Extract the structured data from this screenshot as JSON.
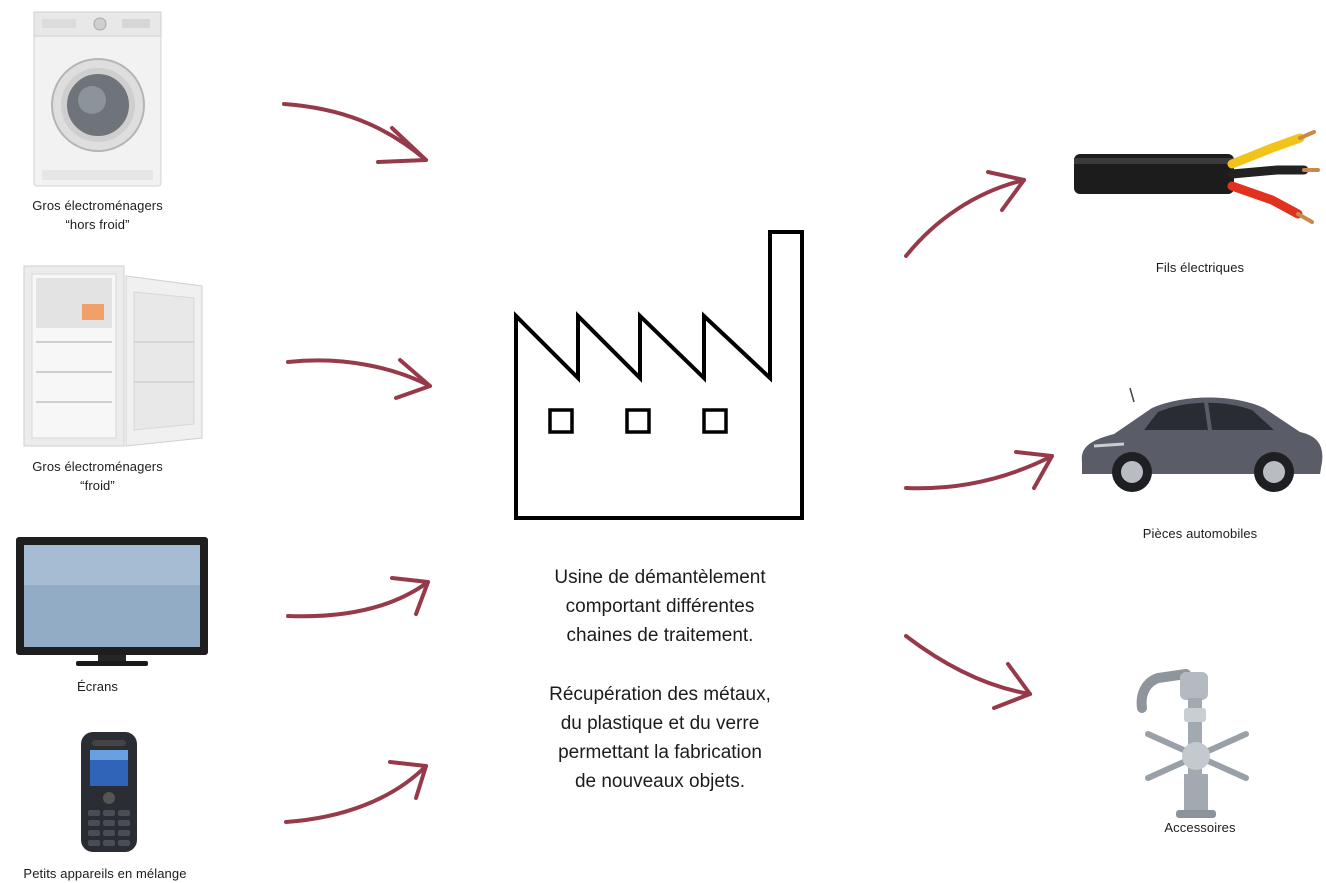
{
  "inputs": [
    {
      "label_lines": [
        "Gros électroménagers",
        "“hors froid”"
      ],
      "icon": "washing-machine-icon"
    },
    {
      "label_lines": [
        "Gros électroménagers",
        "“froid”"
      ],
      "icon": "refrigerator-icon"
    },
    {
      "label_lines": [
        "Écrans"
      ],
      "icon": "tv-screen-icon"
    },
    {
      "label_lines": [
        "Petits appareils en mélange"
      ],
      "icon": "mobile-phone-icon"
    }
  ],
  "factory": {
    "icon": "factory-icon",
    "description_lines": [
      "Usine de démantèlement",
      "comportant différentes",
      "chaines de traitement."
    ],
    "recovery_lines": [
      "Récupération des métaux,",
      "du plastique et du verre",
      "permettant la fabrication",
      "de nouveaux objets."
    ]
  },
  "outputs": [
    {
      "label": "Fils électriques",
      "icon": "electric-wires-icon"
    },
    {
      "label": "Pièces automobiles",
      "icon": "car-icon"
    },
    {
      "label": "Accessoires",
      "icon": "faucet-icon"
    }
  ],
  "colors": {
    "arrow": "#8e2a3c",
    "stroke": "#000000",
    "text": "#1c1c1c"
  }
}
